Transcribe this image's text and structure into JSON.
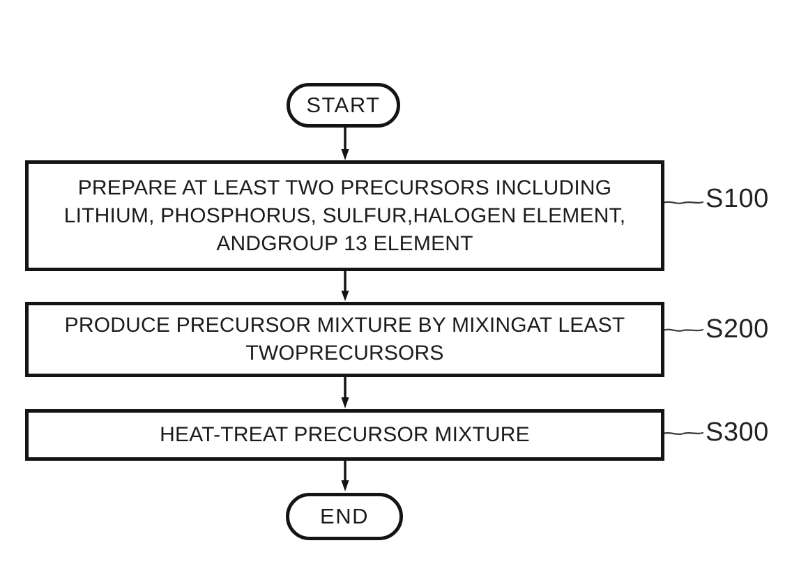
{
  "figure": {
    "type": "flowchart",
    "start_label": "START",
    "end_label": "END",
    "steps": [
      {
        "id": "S100",
        "lines": [
          "PREPARE AT LEAST TWO PRECURSORS INCLUDING",
          "LITHIUM, PHOSPHORUS, SULFUR,HALOGEN ELEMENT,",
          "ANDGROUP 13 ELEMENT"
        ]
      },
      {
        "id": "S200",
        "lines": [
          "PRODUCE PRECURSOR MIXTURE BY MIXINGAT LEAST",
          "TWOPRECURSORS"
        ]
      },
      {
        "id": "S300",
        "lines": [
          "HEAT-TREAT PRECURSOR MIXTURE"
        ]
      }
    ],
    "colors": {
      "ink": "#141414",
      "background": "#ffffff"
    }
  }
}
